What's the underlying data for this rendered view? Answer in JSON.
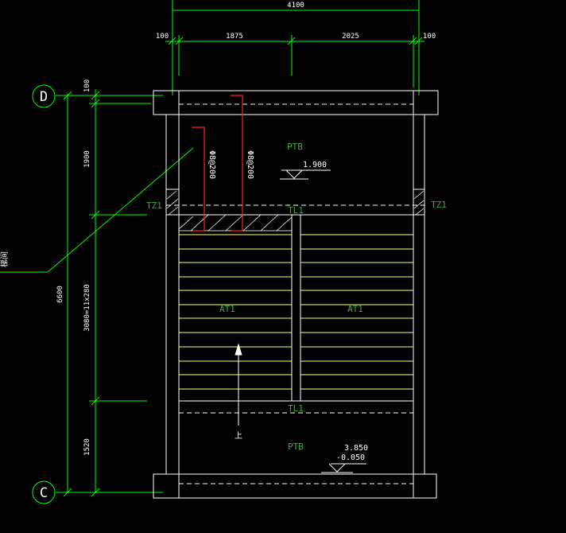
{
  "dimensions": {
    "top_total": "4100",
    "top_left_wall": "100",
    "top_seg1": "1875",
    "top_seg2": "2025",
    "top_right_wall": "100",
    "left_top": "100",
    "left_seg1": "1900",
    "left_total": "6600",
    "left_seg2": "3080=11x280",
    "left_seg3": "1520"
  },
  "axes": {
    "top": "D",
    "bottom": "C"
  },
  "labels": {
    "ptb_top": "PTB",
    "ptb_bottom": "PTB",
    "at1_left": "AT1",
    "at1_right": "AT1",
    "tl1_top": "TL1",
    "tl1_bottom": "TL1",
    "tz1_left": "TZ1",
    "tz1_right": "TZ1",
    "rebar_1": "Φ8@200",
    "rebar_2": "Φ8@200",
    "elev_top": "1.900",
    "elev_bottom_1": "3.850",
    "elev_bottom_2": "-0.050",
    "up_arrow": "上",
    "leader_text": "梯间"
  },
  "colors": {
    "background": "#000000",
    "dimension_lines": "#00ff00",
    "walls": "#ffffff",
    "stair_treads": "#ffff66",
    "rebar": "#ff2020",
    "labels": "#3fae3f"
  }
}
